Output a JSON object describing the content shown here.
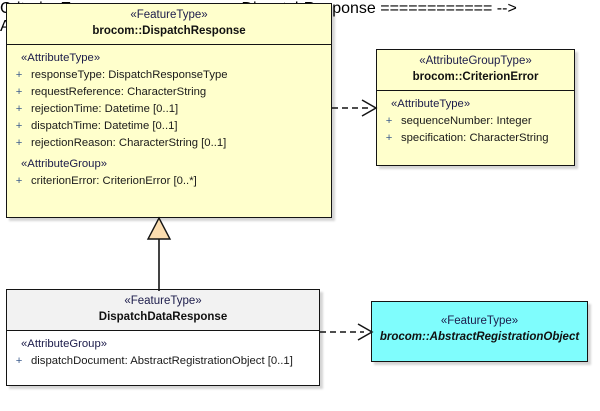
{
  "diagram": {
    "kind": "uml-class-diagram",
    "background": "#ffffff",
    "colors": {
      "feature_type_fill": "#ffffcc",
      "attribute_group_type_fill": "#ffffcc",
      "abstract_fill": "#7ffdfd",
      "subclass_header_fill": "#f2f2f2",
      "subclass_body_fill": "#ffffff",
      "border": "#141414",
      "stereotype_text": "#1b1b4a",
      "attribute_text": "#1a1a1a",
      "visibility_marker": "#3a5a8c",
      "generalization_arrow_fill": "#fbddb0"
    }
  },
  "classes": {
    "dispatch_response": {
      "stereotype": "«FeatureType»",
      "name": "brocom::DispatchResponse",
      "abstract": false,
      "sections": [
        {
          "stereotype": "«AttributeType»",
          "attributes": [
            {
              "visibility": "+",
              "text": "responseType: DispatchResponseType"
            },
            {
              "visibility": "+",
              "text": "requestReference: CharacterString"
            },
            {
              "visibility": "+",
              "text": "rejectionTime: Datetime [0..1]"
            },
            {
              "visibility": "+",
              "text": "dispatchTime: Datetime [0..1]"
            },
            {
              "visibility": "+",
              "text": "rejectionReason: CharacterString [0..1]"
            }
          ]
        },
        {
          "stereotype": "«AttributeGroup»",
          "attributes": [
            {
              "visibility": "+",
              "text": "criterionError: CriterionError [0..*]"
            }
          ]
        }
      ]
    },
    "criterion_error": {
      "stereotype": "«AttributeGroupType»",
      "name": "brocom::CriterionError",
      "abstract": false,
      "sections": [
        {
          "stereotype": "«AttributeType»",
          "attributes": [
            {
              "visibility": "+",
              "text": "sequenceNumber: Integer"
            },
            {
              "visibility": "+",
              "text": "specification: CharacterString"
            }
          ]
        }
      ]
    },
    "dispatch_data_response": {
      "stereotype": "«FeatureType»",
      "name": "DispatchDataResponse",
      "abstract": false,
      "sections": [
        {
          "stereotype": "«AttributeGroup»",
          "attributes": [
            {
              "visibility": "+",
              "text": "dispatchDocument: AbstractRegistrationObject [0..1]"
            }
          ]
        }
      ]
    },
    "abstract_registration_object": {
      "stereotype": "«FeatureType»",
      "name": "brocom::AbstractRegistrationObject",
      "abstract": true,
      "sections": []
    }
  },
  "relationships": [
    {
      "id": "dependency-dispatchresponse-criterionerror",
      "type": "dependency",
      "style": "dashed-open-arrow",
      "from": "dispatch_response",
      "to": "criterion_error"
    },
    {
      "id": "generalization-dispatchdataresponse-dispatchresponse",
      "type": "generalization",
      "style": "solid-hollow-triangle",
      "from": "dispatch_data_response",
      "to": "dispatch_response"
    },
    {
      "id": "dependency-dispatchdataresponse-abstractregistrationobject",
      "type": "dependency",
      "style": "dashed-open-arrow",
      "from": "dispatch_data_response",
      "to": "abstract_registration_object"
    }
  ]
}
